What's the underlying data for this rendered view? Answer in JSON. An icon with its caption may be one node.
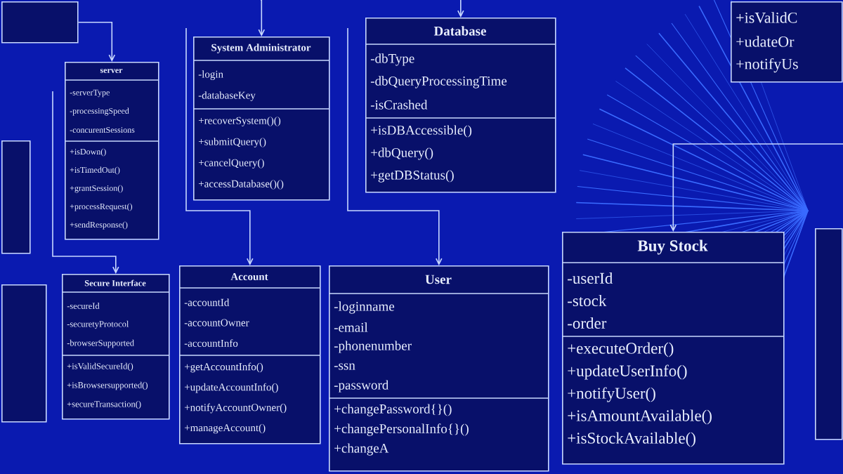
{
  "diagram": {
    "nodes": [
      {
        "text": [
          "+isValidC",
          "+udateOr",
          "+notifyUs"
        ]
      },
      {
        "text": [
          "server",
          "-serverType",
          "-processingSpeed",
          "-concurentSessions",
          "+isDown()",
          "+isTimedOut()",
          "+grantSession()",
          "+processRequest()",
          "+sendResponse()"
        ]
      },
      {
        "text": [
          "System Administrator",
          "-login",
          "-databaseKey",
          "+recoverSystem()()",
          "+submitQuery()",
          "+cancelQuery()",
          "+accessDatabase()()"
        ]
      },
      {
        "text": [
          "Database",
          "-dbType",
          "-dbQueryProcessingTime",
          "-isCrashed",
          "+isDBAccessible()",
          "+dbQuery()",
          "+getDBStatus()"
        ]
      },
      {
        "text": [
          "Secure Interface",
          "-secureId",
          "-securetyProtocol",
          "-browserSupported",
          "+isValidSecureId()",
          "+isBrowsersupported()",
          "+secureTransaction()"
        ]
      },
      {
        "text": [
          "Account",
          "-accountId",
          "-accountOwner",
          "-accountInfo",
          "+getAccountInfo()",
          "+updateAccountInfo()",
          "+notifyAccountOwner()",
          "+manageAccount()"
        ]
      },
      {
        "text": [
          "User",
          "-loginname",
          "-email",
          "-phonenumber",
          "-ssn",
          "-password",
          "+changePassword{}()",
          "+changePersonalInfo{}()",
          "+changeA"
        ]
      },
      {
        "text": [
          "Buy Stock",
          "-userId",
          "-stock",
          "-order",
          "+executeOrder()",
          "+updateUserInfo()",
          "+notifyUser()",
          "+isAmountAvailable()",
          "+isStockAvailable()"
        ]
      },
      {
        "text": [],
        "shape": "box"
      },
      {
        "text": [],
        "shape": "box"
      },
      {
        "text": [],
        "shape": "box"
      },
      {
        "text": [],
        "shape": "box"
      }
    ],
    "edges": [
      {
        "from": null,
        "to": 2,
        "arrow": "to"
      },
      {
        "from": null,
        "to": 3,
        "arrow": "to"
      },
      {
        "from": 8,
        "to": 1,
        "arrow": "to"
      },
      {
        "from": null,
        "to": 5,
        "arrow": "to"
      },
      {
        "from": null,
        "to": 6,
        "arrow": "to"
      },
      {
        "from": null,
        "to": 7,
        "arrow": "to"
      },
      {
        "from": null,
        "to": 4,
        "arrow": "to"
      }
    ]
  }
}
